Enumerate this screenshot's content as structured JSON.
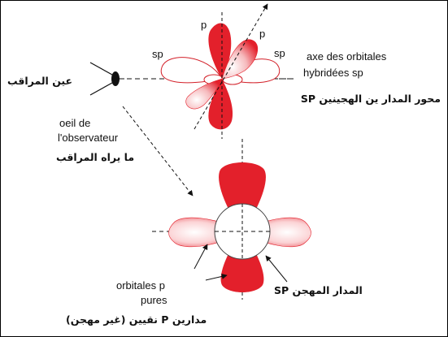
{
  "colors": {
    "lobe": "#e8232f",
    "lobe_light": "#ffffff",
    "line": "#1a1a1a",
    "frame": "#000000"
  },
  "icons": [
    "eye-icon"
  ],
  "labels": {
    "p_left": "p",
    "p_right": "p",
    "sp_left": "sp",
    "sp_right": "sp",
    "axis_fr_line1": "axe des orbitales",
    "axis_fr_line2": "hybridées sp",
    "axis_ar": "محور المدار ين  الهجينين SP",
    "observer_ar": "عين المراقب",
    "observer_fr_line1": "oeil de",
    "observer_fr_line2": "l'observateur",
    "sees_ar": "ما يراه المراقب",
    "pure_fr_line1": "orbitales p",
    "pure_fr_line2": "pures",
    "pure_ar": "مدارين P نقيين (غير مهجن)",
    "hybrid_ar": "المدار المهجن SP"
  }
}
